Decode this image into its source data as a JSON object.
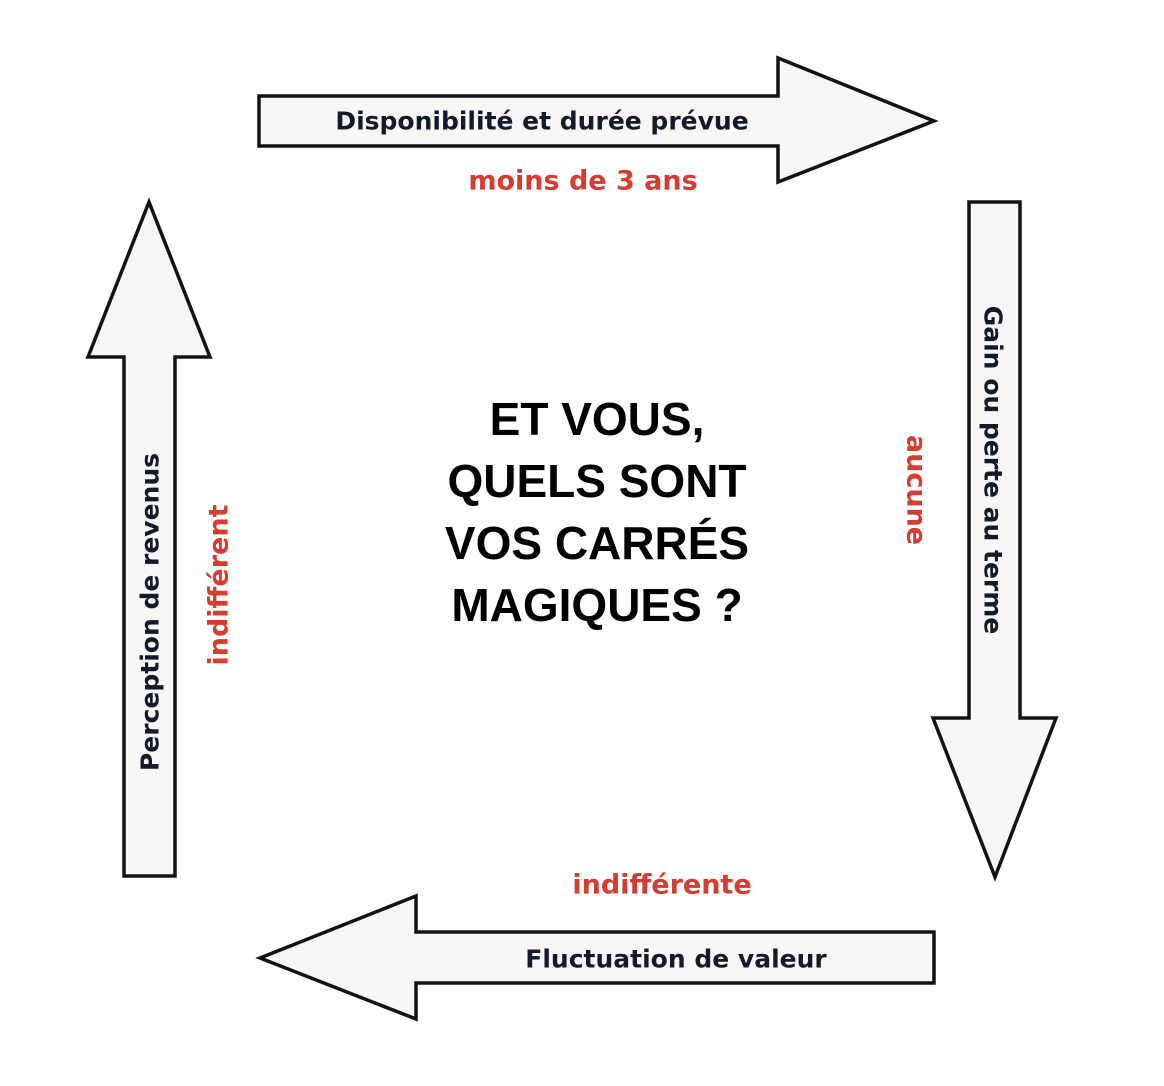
{
  "colors": {
    "arrow_fill": "#f8f7f5",
    "arrow_stroke": "#131313",
    "label": "#131a2b",
    "value": "#d63c30"
  },
  "title": {
    "lines": [
      "ET VOUS,",
      "QUELS SONT",
      "VOS CARRÉS",
      "MAGIQUES ?"
    ]
  },
  "arrows": {
    "top": {
      "label": "Disponibilité et durée prévue",
      "value": "moins de 3 ans"
    },
    "right": {
      "label": "Gain ou perte au terme",
      "value": "aucune"
    },
    "bottom": {
      "label": "Fluctuation de valeur",
      "value": "indifférente"
    },
    "left": {
      "label": "Perception de revenus",
      "value": "indifférent"
    }
  }
}
